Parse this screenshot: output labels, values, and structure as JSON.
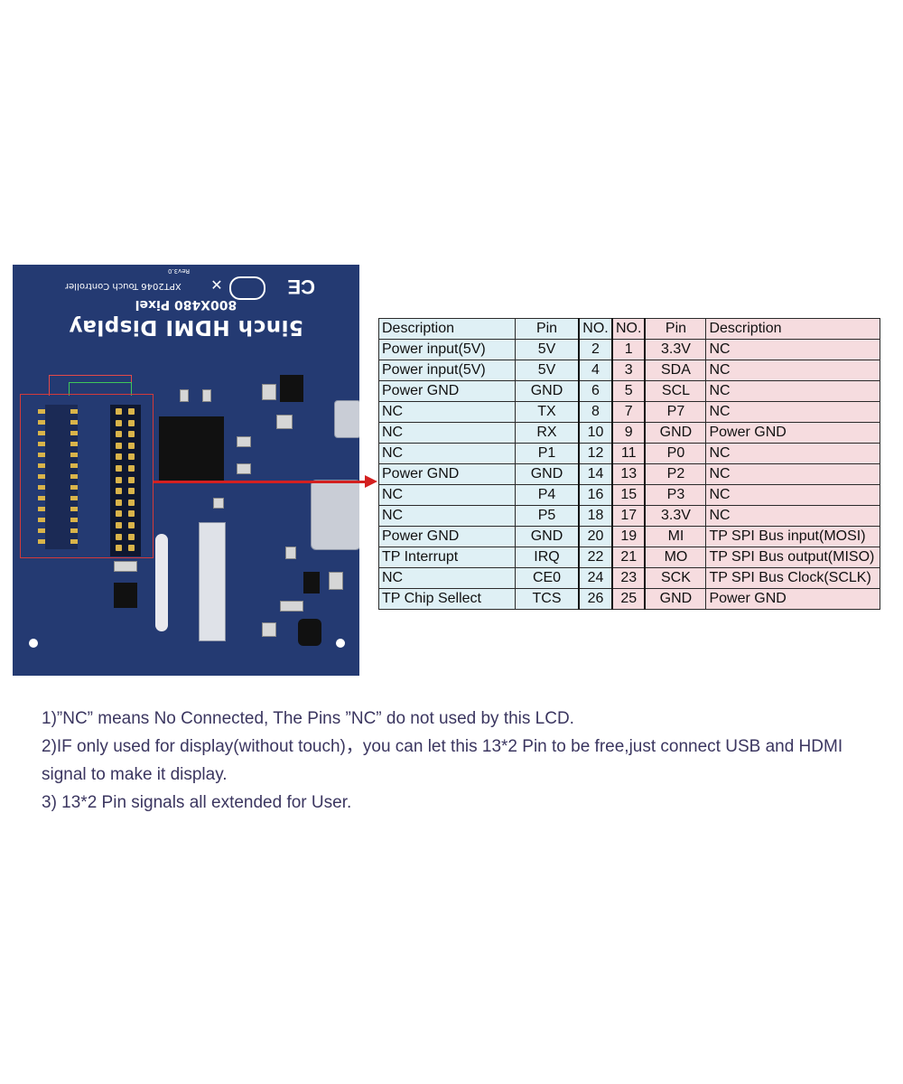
{
  "board": {
    "title": "5inch HDMI Display",
    "resolution": "800X480 Pixel",
    "controller": "XPT2046 Touch Controller",
    "revision": "Rev3.0",
    "ce_mark": "CE",
    "colors": {
      "pcb": "#243a72",
      "highlight_box": "#d23a3a",
      "arrow": "#d42020"
    }
  },
  "pin_table": {
    "headers": {
      "left_description": "Description",
      "left_pin": "Pin",
      "left_no": "NO.",
      "right_no": "NO.",
      "right_pin": "Pin",
      "right_description": "Description"
    },
    "rows": [
      {
        "left_description": "Power input(5V)",
        "left_pin": "5V",
        "left_no": "2",
        "right_no": "1",
        "right_pin": "3.3V",
        "right_description": "NC"
      },
      {
        "left_description": "Power input(5V)",
        "left_pin": "5V",
        "left_no": "4",
        "right_no": "3",
        "right_pin": "SDA",
        "right_description": "NC"
      },
      {
        "left_description": "Power GND",
        "left_pin": "GND",
        "left_no": "6",
        "right_no": "5",
        "right_pin": "SCL",
        "right_description": "NC"
      },
      {
        "left_description": "NC",
        "left_pin": "TX",
        "left_no": "8",
        "right_no": "7",
        "right_pin": "P7",
        "right_description": "NC"
      },
      {
        "left_description": "NC",
        "left_pin": "RX",
        "left_no": "10",
        "right_no": "9",
        "right_pin": "GND",
        "right_description": "Power GND"
      },
      {
        "left_description": "NC",
        "left_pin": "P1",
        "left_no": "12",
        "right_no": "11",
        "right_pin": "P0",
        "right_description": "NC"
      },
      {
        "left_description": "Power GND",
        "left_pin": "GND",
        "left_no": "14",
        "right_no": "13",
        "right_pin": "P2",
        "right_description": "NC"
      },
      {
        "left_description": "NC",
        "left_pin": "P4",
        "left_no": "16",
        "right_no": "15",
        "right_pin": "P3",
        "right_description": "NC"
      },
      {
        "left_description": "NC",
        "left_pin": "P5",
        "left_no": "18",
        "right_no": "17",
        "right_pin": "3.3V",
        "right_description": "NC"
      },
      {
        "left_description": "Power GND",
        "left_pin": "GND",
        "left_no": "20",
        "right_no": "19",
        "right_pin": "MI",
        "right_description": "TP SPI Bus input(MOSI)"
      },
      {
        "left_description": "TP Interrupt",
        "left_pin": "IRQ",
        "left_no": "22",
        "right_no": "21",
        "right_pin": "MO",
        "right_description": "TP SPI Bus output(MISO)"
      },
      {
        "left_description": "NC",
        "left_pin": "CE0",
        "left_no": "24",
        "right_no": "23",
        "right_pin": "SCK",
        "right_description": "TP SPI Bus Clock(SCLK)"
      },
      {
        "left_description": "TP Chip Sellect",
        "left_pin": "TCS",
        "left_no": "26",
        "right_no": "25",
        "right_pin": "GND",
        "right_description": "Power GND"
      }
    ]
  },
  "notes": [
    "1)”NC” means No Connected, The Pins ”NC” do not used by this LCD.",
    "2)IF only used for display(without touch)，you can let this 13*2 Pin to be free,just connect USB and HDMI signal to make it display.",
    "3) 13*2 Pin signals all extended for User."
  ]
}
